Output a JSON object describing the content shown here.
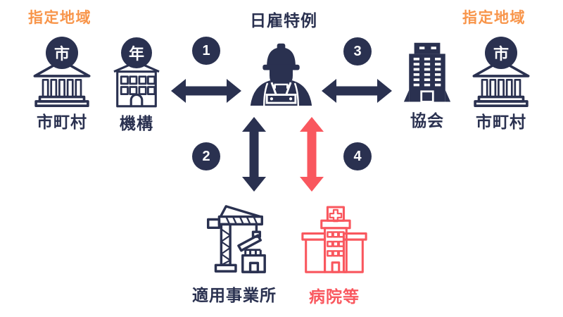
{
  "colors": {
    "navy": "#2a3150",
    "orange": "#f8954a",
    "red": "#f9575e",
    "background": "#ffffff"
  },
  "header": {
    "title": "日雇特例",
    "designated_area_left": "指定地域",
    "designated_area_right": "指定地域"
  },
  "entities": {
    "municipality_left": {
      "label": "市町村",
      "badge": "市"
    },
    "pension_org": {
      "label": "機構",
      "badge": "年"
    },
    "association": {
      "label": "協会"
    },
    "municipality_right": {
      "label": "市町村",
      "badge": "市"
    },
    "workplace": {
      "label": "適用事業所"
    },
    "hospital": {
      "label": "病院等"
    }
  },
  "steps": [
    "1",
    "2",
    "3",
    "4"
  ]
}
